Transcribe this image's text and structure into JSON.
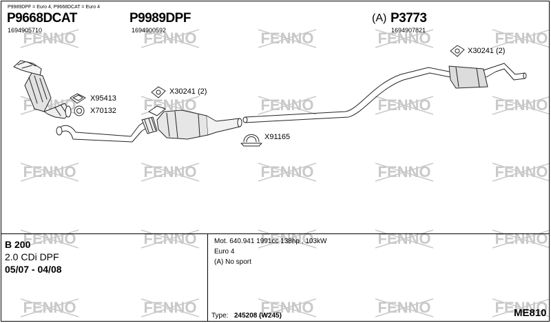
{
  "watermark": {
    "text": "FENNO",
    "color": "#c9c9c9"
  },
  "header": {
    "note": "P9989DPF = Euro 4, P9668DCAT = Euro 4",
    "parts": [
      {
        "code": "P9668DCAT",
        "number": "1694905710"
      },
      {
        "code": "P9989DPF",
        "number": "1694900592"
      },
      {
        "prefix": "(A)",
        "code": "P3773",
        "number": "1694907821"
      }
    ]
  },
  "labels": {
    "x95413": "X95413",
    "x70132": "X70132",
    "x30241_mid": "X30241 (2)",
    "x91165": "X91165",
    "x30241_right": "X30241 (2)"
  },
  "vehicle": {
    "model": "B 200",
    "engine": "2.0 CDi DPF",
    "years": "05/07 - 04/08"
  },
  "motor": {
    "line1": "Mot. 640.941 1991cc 138hp , 103kW",
    "line2": "Euro 4",
    "line3": "(A) No sport"
  },
  "type": {
    "label": "Type:",
    "value": "245208 (W245)"
  },
  "diagram_code": "ME810"
}
